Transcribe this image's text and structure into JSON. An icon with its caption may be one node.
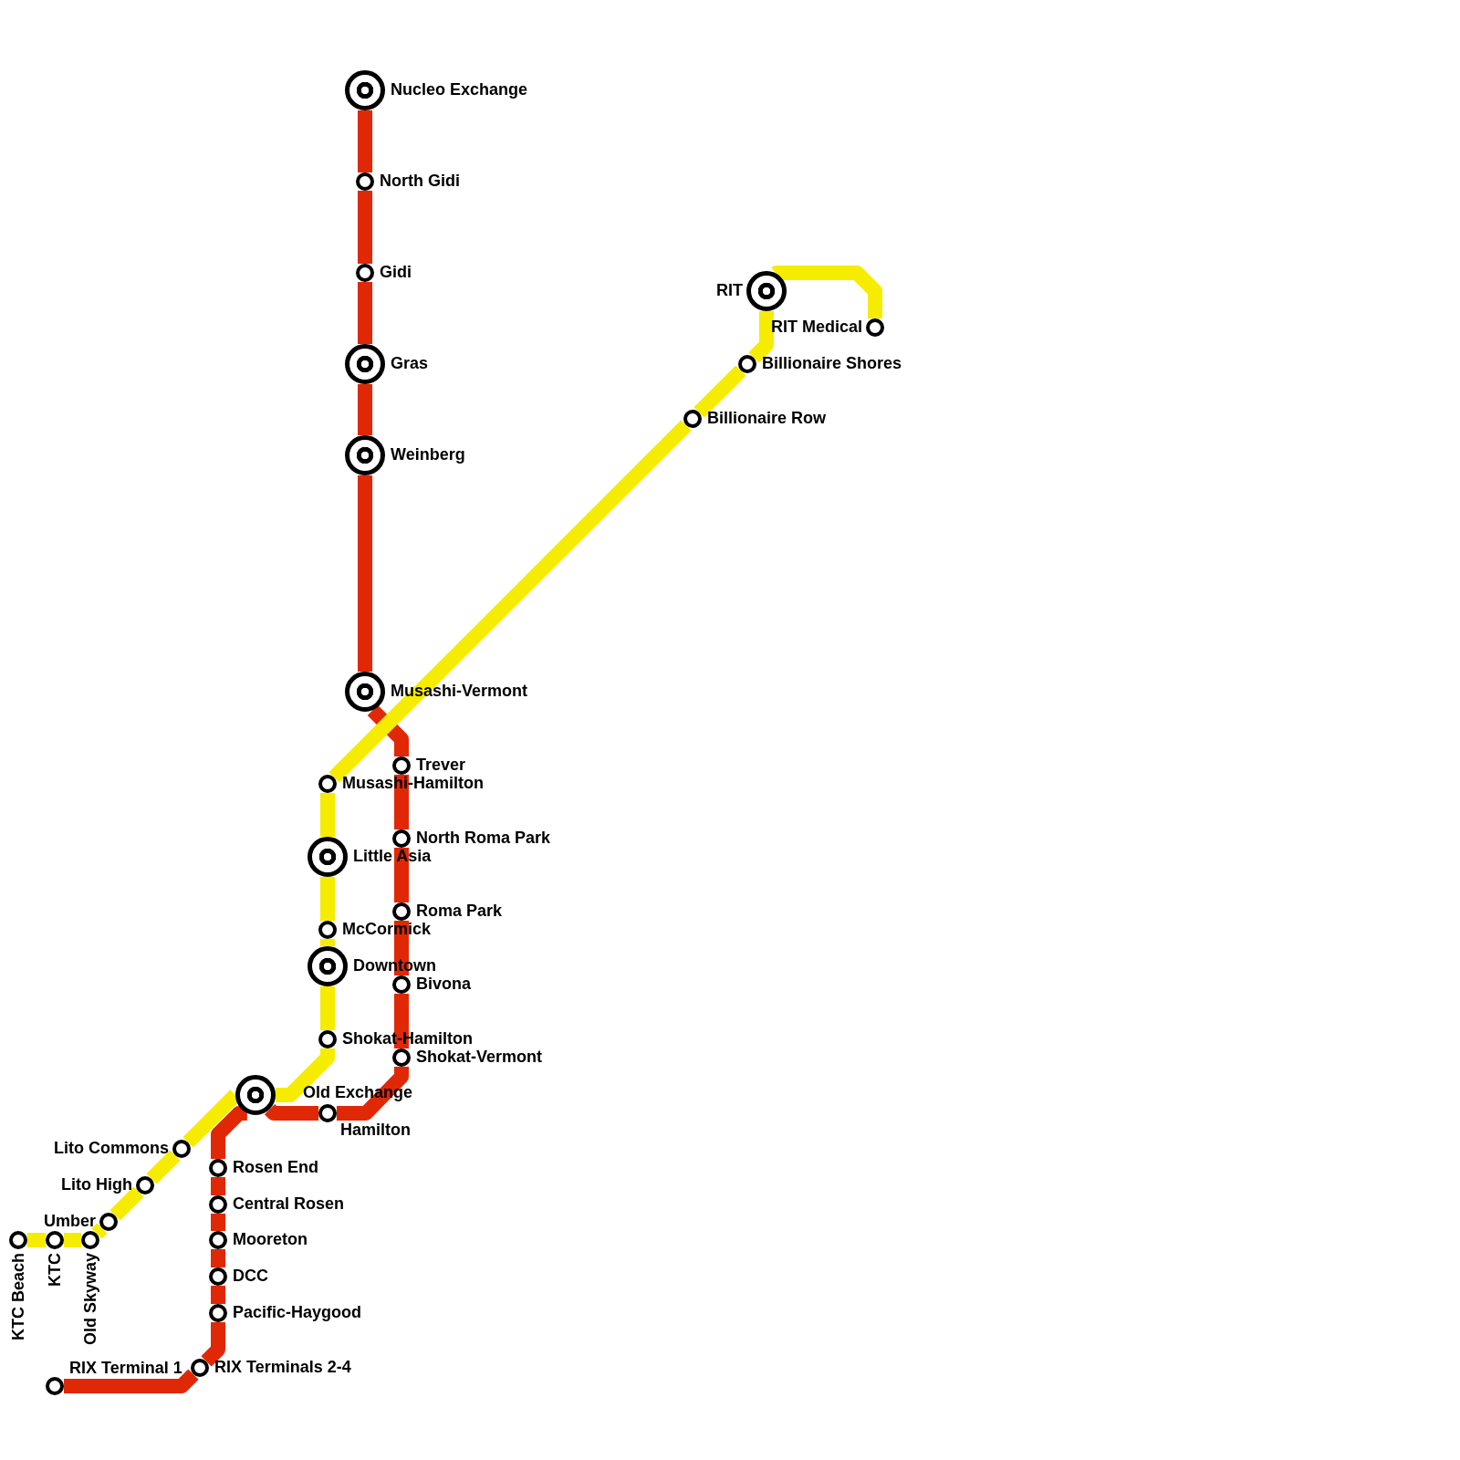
{
  "diagram": {
    "nodes": [
      {
        "text": [
          "Nucleo Exchange"
        ]
      },
      {
        "text": [
          "North Gidi"
        ]
      },
      {
        "text": [
          "Gidi"
        ]
      },
      {
        "text": [
          "Gras"
        ]
      },
      {
        "text": [
          "Weinberg"
        ]
      },
      {
        "text": [
          "Musashi-Vermont"
        ]
      },
      {
        "text": [
          "Trever"
        ]
      },
      {
        "text": [
          "North Roma Park"
        ]
      },
      {
        "text": [
          "Roma Park"
        ]
      },
      {
        "text": [
          "Bivona"
        ]
      },
      {
        "text": [
          "Shokat-Vermont"
        ]
      },
      {
        "text": [
          "Hamilton"
        ]
      },
      {
        "text": [
          "Old Exchange"
        ]
      },
      {
        "text": [
          "Rosen End"
        ]
      },
      {
        "text": [
          "Central Rosen"
        ]
      },
      {
        "text": [
          "Mooreton"
        ]
      },
      {
        "text": [
          "DCC"
        ]
      },
      {
        "text": [
          "Pacific-Haygood"
        ]
      },
      {
        "text": [
          "RIX Terminals 2-4"
        ]
      },
      {
        "text": [
          "RIX Terminal 1"
        ]
      },
      {
        "text": [
          "KTC Beach"
        ]
      },
      {
        "text": [
          "KTC"
        ]
      },
      {
        "text": [
          "Old Skyway"
        ]
      },
      {
        "text": [
          "Umber"
        ]
      },
      {
        "text": [
          "Lito High"
        ]
      },
      {
        "text": [
          "Lito Commons"
        ]
      },
      {
        "text": [
          "Shokat-Hamilton"
        ]
      },
      {
        "text": [
          "Downtown"
        ]
      },
      {
        "text": [
          "McCormick"
        ]
      },
      {
        "text": [
          "Little Asia"
        ]
      },
      {
        "text": [
          "Musashi-Hamilton"
        ]
      },
      {
        "text": [
          "Billionaire Row"
        ]
      },
      {
        "text": [
          "Billionaire Shores"
        ]
      },
      {
        "text": [
          "RIT"
        ]
      },
      {
        "text": [
          "RIT Medical"
        ]
      }
    ],
    "edges": [
      {
        "from": 0,
        "to": 1,
        "arrow": "none"
      },
      {
        "from": 1,
        "to": 2,
        "arrow": "none"
      },
      {
        "from": 2,
        "to": 3,
        "arrow": "none"
      },
      {
        "from": 3,
        "to": 4,
        "arrow": "none"
      },
      {
        "from": 4,
        "to": 5,
        "arrow": "none"
      },
      {
        "from": 5,
        "to": 6,
        "arrow": "none"
      },
      {
        "from": 6,
        "to": 7,
        "arrow": "none"
      },
      {
        "from": 7,
        "to": 8,
        "arrow": "none"
      },
      {
        "from": 8,
        "to": 9,
        "arrow": "none"
      },
      {
        "from": 9,
        "to": 10,
        "arrow": "none"
      },
      {
        "from": 10,
        "to": 11,
        "arrow": "none"
      },
      {
        "from": 11,
        "to": 12,
        "arrow": "none"
      },
      {
        "from": 12,
        "to": 13,
        "arrow": "none"
      },
      {
        "from": 13,
        "to": 14,
        "arrow": "none"
      },
      {
        "from": 14,
        "to": 15,
        "arrow": "none"
      },
      {
        "from": 15,
        "to": 16,
        "arrow": "none"
      },
      {
        "from": 16,
        "to": 17,
        "arrow": "none"
      },
      {
        "from": 17,
        "to": 18,
        "arrow": "none"
      },
      {
        "from": 18,
        "to": 19,
        "arrow": "none"
      },
      {
        "from": 20,
        "to": 21,
        "arrow": "none",
        "color": "#f5ec00"
      },
      {
        "from": 21,
        "to": 22,
        "arrow": "none",
        "color": "#f5ec00"
      },
      {
        "from": 22,
        "to": 23,
        "arrow": "none",
        "color": "#f5ec00"
      },
      {
        "from": 23,
        "to": 24,
        "arrow": "none",
        "color": "#f5ec00"
      },
      {
        "from": 24,
        "to": 25,
        "arrow": "none",
        "color": "#f5ec00"
      },
      {
        "from": 25,
        "to": 12,
        "arrow": "none",
        "color": "#f5ec00"
      },
      {
        "from": 12,
        "to": 26,
        "arrow": "none",
        "color": "#f5ec00"
      },
      {
        "from": 26,
        "to": 27,
        "arrow": "none",
        "color": "#f5ec00"
      },
      {
        "from": 27,
        "to": 28,
        "arrow": "none",
        "color": "#f5ec00"
      },
      {
        "from": 28,
        "to": 29,
        "arrow": "none",
        "color": "#f5ec00"
      },
      {
        "from": 29,
        "to": 30,
        "arrow": "none",
        "color": "#f5ec00"
      },
      {
        "from": 30,
        "to": 31,
        "arrow": "none",
        "color": "#f5ec00"
      },
      {
        "from": 31,
        "to": 32,
        "arrow": "none",
        "color": "#f5ec00"
      },
      {
        "from": 32,
        "to": 33,
        "arrow": "none",
        "color": "#f5ec00"
      },
      {
        "from": 33,
        "to": 34,
        "arrow": "none",
        "color": "#f5ec00"
      }
    ]
  }
}
